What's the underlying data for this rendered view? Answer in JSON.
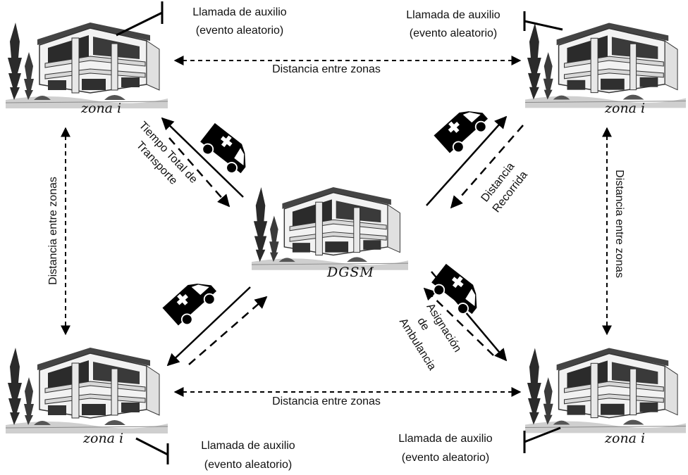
{
  "zones": {
    "top_left": {
      "label": "zona i"
    },
    "top_right": {
      "label": "zona i"
    },
    "bottom_left": {
      "label": "zona i"
    },
    "bottom_right": {
      "label": "zona i"
    }
  },
  "center": {
    "label": "DGSM"
  },
  "calls": {
    "top_left": {
      "line1": "Llamada de auxilio",
      "line2": "(evento aleatorio)"
    },
    "top_right": {
      "line1": "Llamada de auxilio",
      "line2": "(evento aleatorio)"
    },
    "bottom_left": {
      "line1": "Llamada de auxilio",
      "line2": "(evento aleatorio)"
    },
    "bottom_right": {
      "line1": "Llamada de auxilio",
      "line2": "(evento aleatorio)"
    }
  },
  "distances": {
    "top": "Distancia entre zonas",
    "bottom": "Distancia entre zonas",
    "left": "Distancia entre zonas",
    "right": "Distancia entre zonas"
  },
  "flows": {
    "top_left": {
      "line1": "Tiempo Total de",
      "line2": "Transporte"
    },
    "top_right": {
      "line1": "Distancia",
      "line2": "Recorrida"
    },
    "bottom_right": {
      "line1": "Asignación",
      "line2": "de",
      "line3": "Ambulancia"
    }
  },
  "icons": [
    "building-icon",
    "ambulance-icon",
    "tree-icon"
  ]
}
